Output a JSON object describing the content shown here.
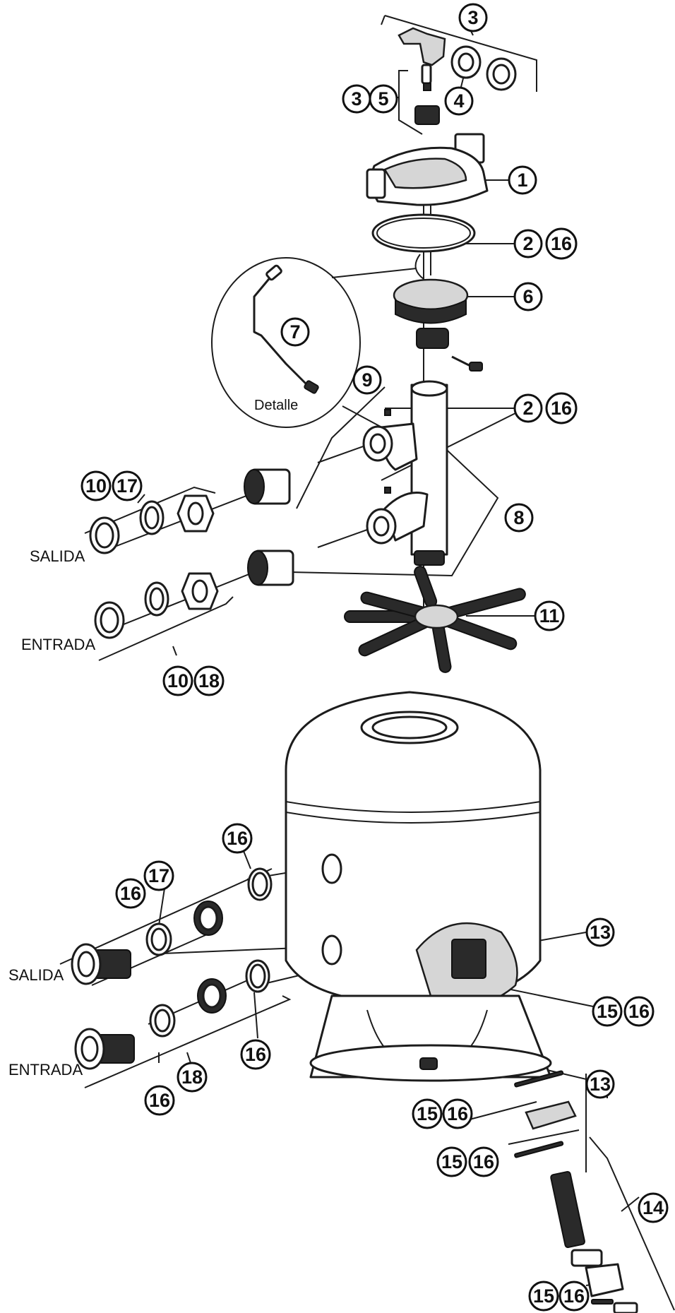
{
  "callouts": [
    {
      "n": "3"
    },
    {
      "n": "3"
    },
    {
      "n": "5"
    },
    {
      "n": "4"
    },
    {
      "n": "1"
    },
    {
      "n": "2"
    },
    {
      "n": "16"
    },
    {
      "n": "6"
    },
    {
      "n": "7"
    },
    {
      "n": "9"
    },
    {
      "n": "2"
    },
    {
      "n": "16"
    },
    {
      "n": "10"
    },
    {
      "n": "17"
    },
    {
      "n": "8"
    },
    {
      "n": "11"
    },
    {
      "n": "10"
    },
    {
      "n": "18"
    },
    {
      "n": "16"
    },
    {
      "n": "16"
    },
    {
      "n": "17"
    },
    {
      "n": "13"
    },
    {
      "n": "15"
    },
    {
      "n": "16"
    },
    {
      "n": "16"
    },
    {
      "n": "18"
    },
    {
      "n": "16"
    },
    {
      "n": "13"
    },
    {
      "n": "15"
    },
    {
      "n": "16"
    },
    {
      "n": "15"
    },
    {
      "n": "16"
    },
    {
      "n": "14"
    },
    {
      "n": "15"
    },
    {
      "n": "16"
    }
  ],
  "labels": {
    "detail": "Detalle",
    "top_salida": "SALIDA",
    "top_entrada": "ENTRADA",
    "bottom_salida": "SALIDA",
    "bottom_entrada": "ENTRADA"
  }
}
